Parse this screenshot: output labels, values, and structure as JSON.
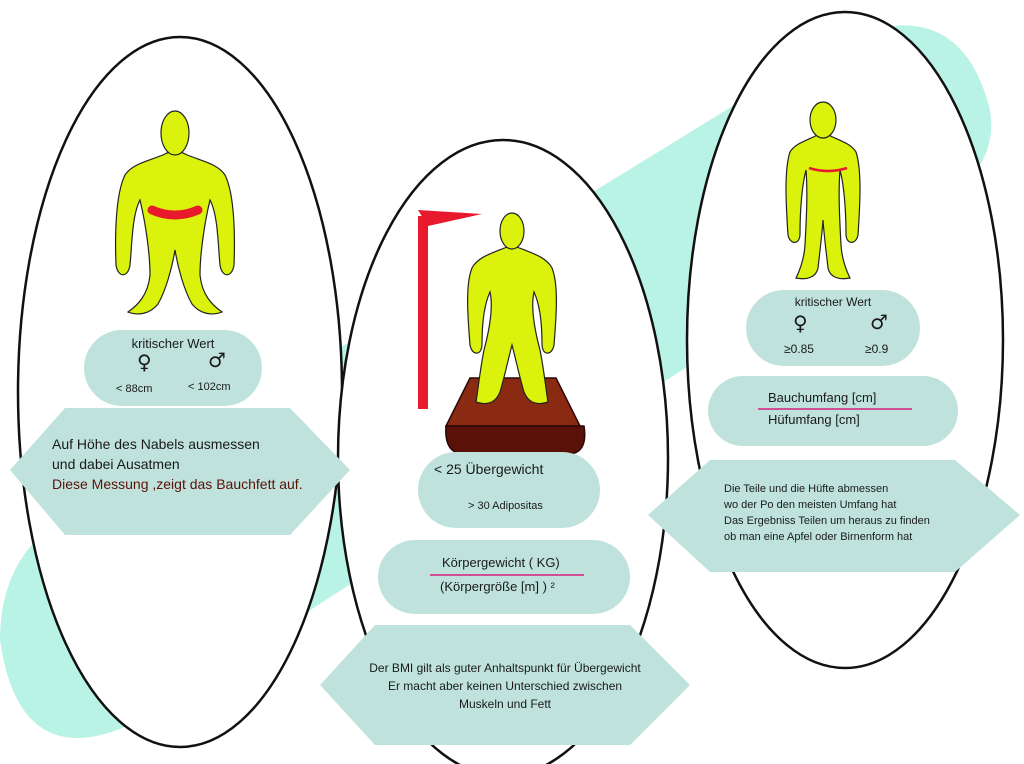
{
  "colors": {
    "band": "#b8f3e6",
    "pill": "#bfe3dc",
    "body": "#dbf20c",
    "red": "#e8192c",
    "scale_dark": "#5a1208",
    "scale_light": "#8b2a12",
    "underline": "#d4207a"
  },
  "waist": {
    "critical_label": "kritischer Wert",
    "female_symbol": "♀",
    "male_symbol": "♂",
    "female_value": "< 88cm",
    "male_value": "< 102cm",
    "line1": "Auf Höhe des Nabels ausmessen",
    "line2": "und dabei Ausatmen",
    "line3": "Diese Messung ,zeigt das Bauchfett auf."
  },
  "bmi": {
    "overweight": "< 25 Übergewicht",
    "obesity": "> 30 Adipositas",
    "numerator": "Körpergewicht ( KG)",
    "denominator": "(Körpergröße   [m] ) ²",
    "line1": "Der BMI gilt als guter Anhaltspunkt für Übergewicht",
    "line2": "Er macht aber keinen Unterschied zwischen",
    "line3": "Muskeln und Fett"
  },
  "ratio": {
    "critical_label": "kritischer Wert",
    "female_symbol": "♀",
    "male_symbol": "♂",
    "female_value": "≥0.85",
    "male_value": "≥0.9",
    "numerator": "Bauchumfang  [cm]",
    "denominator": "Hüfumfang       [cm]",
    "line1": "Die Teile und die Hüfte abmessen",
    "line2": "wo der Po den meisten Umfang hat",
    "line3": "Das Ergebniss Teilen um heraus zu finden",
    "line4": "ob man eine Apfel oder Birnenform hat"
  }
}
